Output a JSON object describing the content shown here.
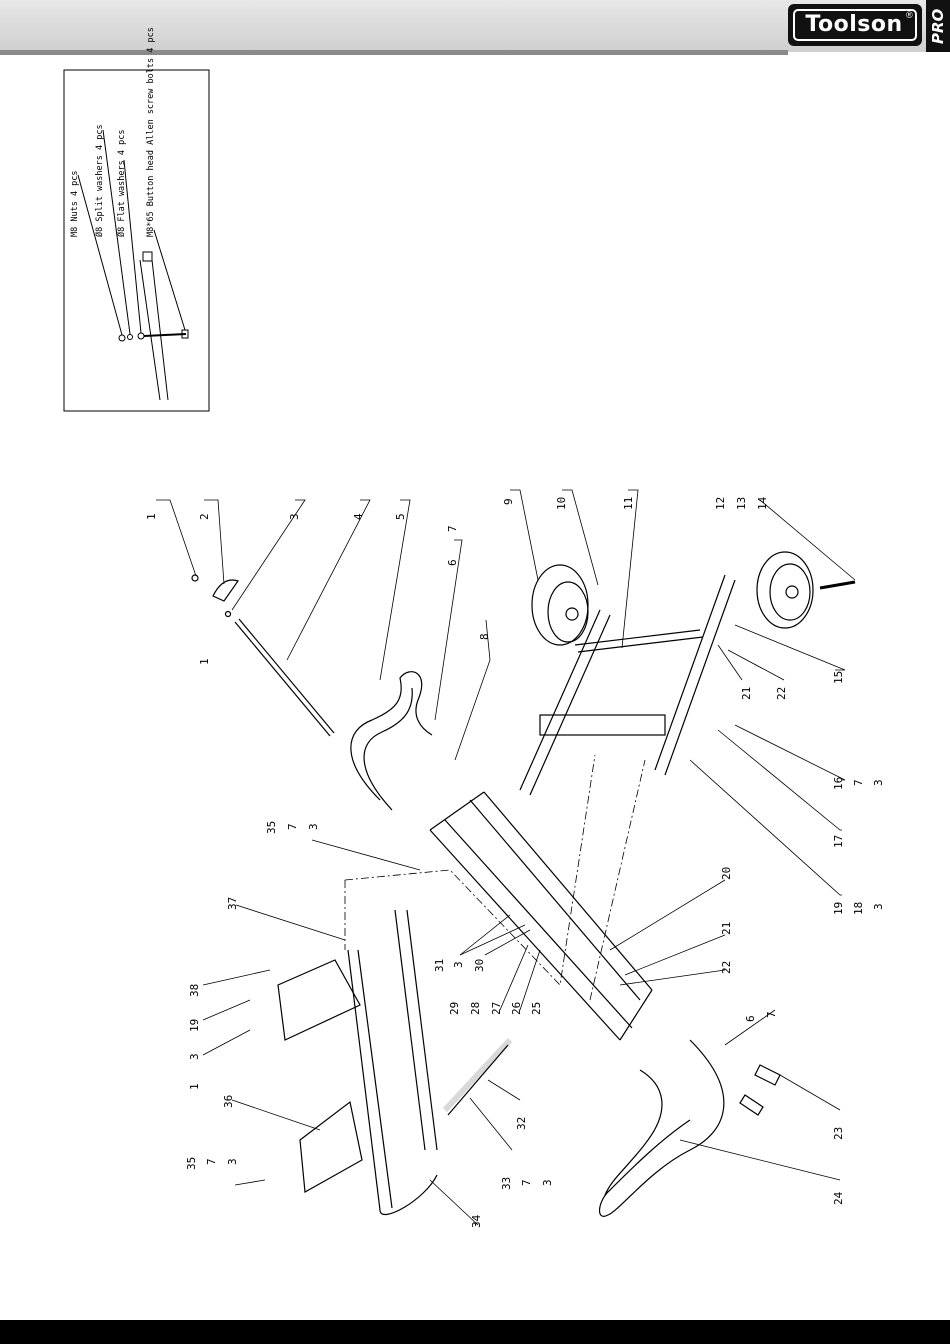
{
  "brand": {
    "name": "Toolson",
    "registered": "®",
    "tag": "PRO"
  },
  "inset_labels": [
    "M8 Nuts 4 pcs",
    "Ø8 Split washers 4 pcs",
    "Ø8 Flat washers 4 pcs",
    "M8*65 Button head Allen screw bolts 4 pcs"
  ],
  "callouts": [
    "1",
    "2",
    "3",
    "4",
    "5",
    "6",
    "7",
    "1",
    "8",
    "9",
    "10",
    "11",
    "12",
    "13",
    "14",
    "15",
    "21",
    "22",
    "16",
    "7",
    "3",
    "17",
    "19",
    "18",
    "3",
    "35",
    "7",
    "3",
    "37",
    "31",
    "3",
    "30",
    "29",
    "28",
    "27",
    "26",
    "25",
    "20",
    "21",
    "22",
    "38",
    "19",
    "3",
    "1",
    "36",
    "35",
    "7",
    "3",
    "33",
    "7",
    "3",
    "32",
    "34",
    "6",
    "7",
    "23",
    "24"
  ]
}
